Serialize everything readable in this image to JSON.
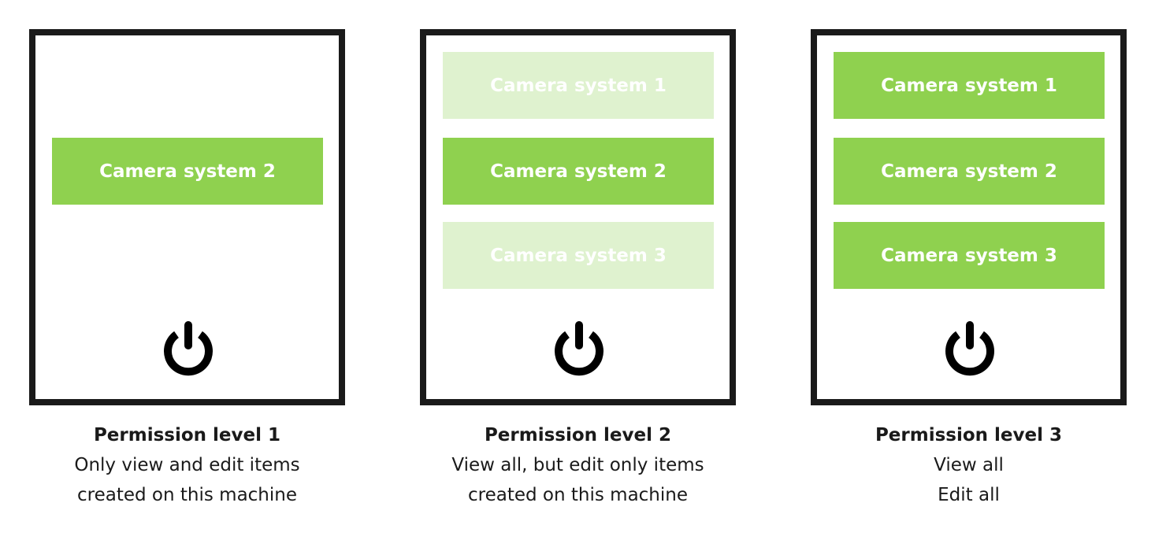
{
  "colors": {
    "active": "#8fd14f",
    "inactive": "#dff2cf",
    "border": "#1a1a1a"
  },
  "panels": [
    {
      "items": [
        {
          "label": "Camera system 2",
          "state": "active",
          "slot": 1
        }
      ],
      "title": "Permission level 1",
      "lines": [
        "Only view and edit items",
        "created on this machine"
      ]
    },
    {
      "items": [
        {
          "label": "Camera system 1",
          "state": "inactive",
          "slot": 0
        },
        {
          "label": "Camera system 2",
          "state": "active",
          "slot": 1
        },
        {
          "label": "Camera system 3",
          "state": "inactive",
          "slot": 2
        }
      ],
      "title": "Permission level 2",
      "lines": [
        "View all, but edit only items",
        "created on this machine"
      ]
    },
    {
      "items": [
        {
          "label": "Camera system 1",
          "state": "active",
          "slot": 0
        },
        {
          "label": "Camera system 2",
          "state": "active",
          "slot": 1
        },
        {
          "label": "Camera system 3",
          "state": "active",
          "slot": 2
        }
      ],
      "title": "Permission level 3",
      "lines": [
        "View all",
        "Edit all"
      ]
    }
  ],
  "icon": "power-icon"
}
